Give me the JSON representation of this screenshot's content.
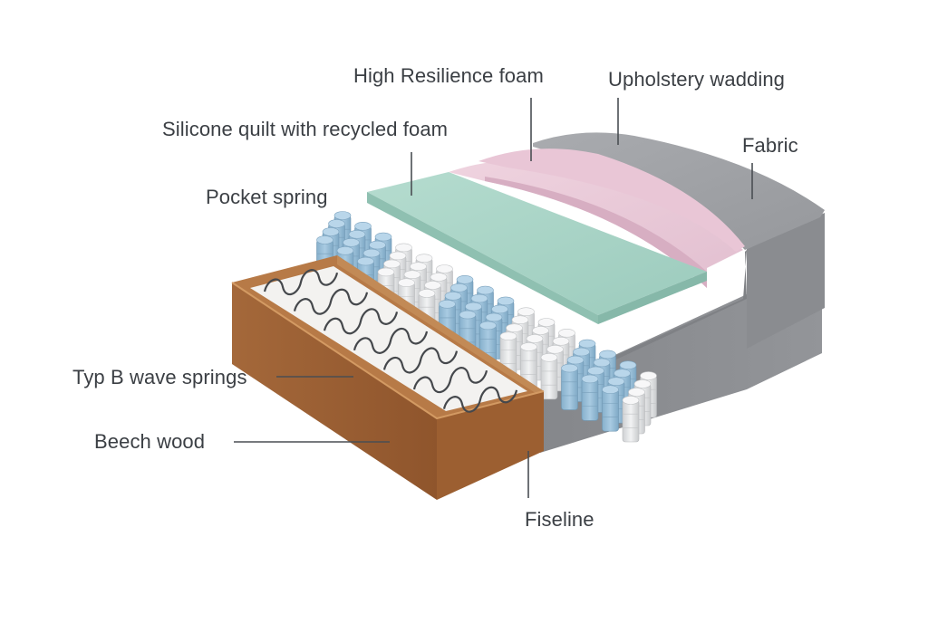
{
  "diagram": {
    "subject": "Mattress / box-spring layered cross-section",
    "labels": [
      {
        "id": "high-resilience-foam",
        "text": "High Resilience foam"
      },
      {
        "id": "upholstery-wadding",
        "text": "Upholstery wadding"
      },
      {
        "id": "silicone-quilt",
        "text": "Silicone quilt with recycled foam"
      },
      {
        "id": "fabric",
        "text": "Fabric"
      },
      {
        "id": "pocket-spring",
        "text": "Pocket spring"
      },
      {
        "id": "wave-springs",
        "text": "Typ B wave springs"
      },
      {
        "id": "beech-wood",
        "text": "Beech wood"
      },
      {
        "id": "fiseline",
        "text": "Fiseline"
      }
    ],
    "colors": {
      "fabric": "#8e9094",
      "fabric_top": "#a4a6aa",
      "hr_foam": "#e8c9d8",
      "quilt_foam": "#a9d3c6",
      "spring_blue": "#9dc3dd",
      "spring_white": "#e9eaeb",
      "wood": "#9a5f33",
      "wood_light": "#b87a45",
      "felt": "#f4f3f1",
      "wire": "#45484c",
      "label_text": "#3b3f44",
      "leader_line": "#4a4e53"
    }
  }
}
